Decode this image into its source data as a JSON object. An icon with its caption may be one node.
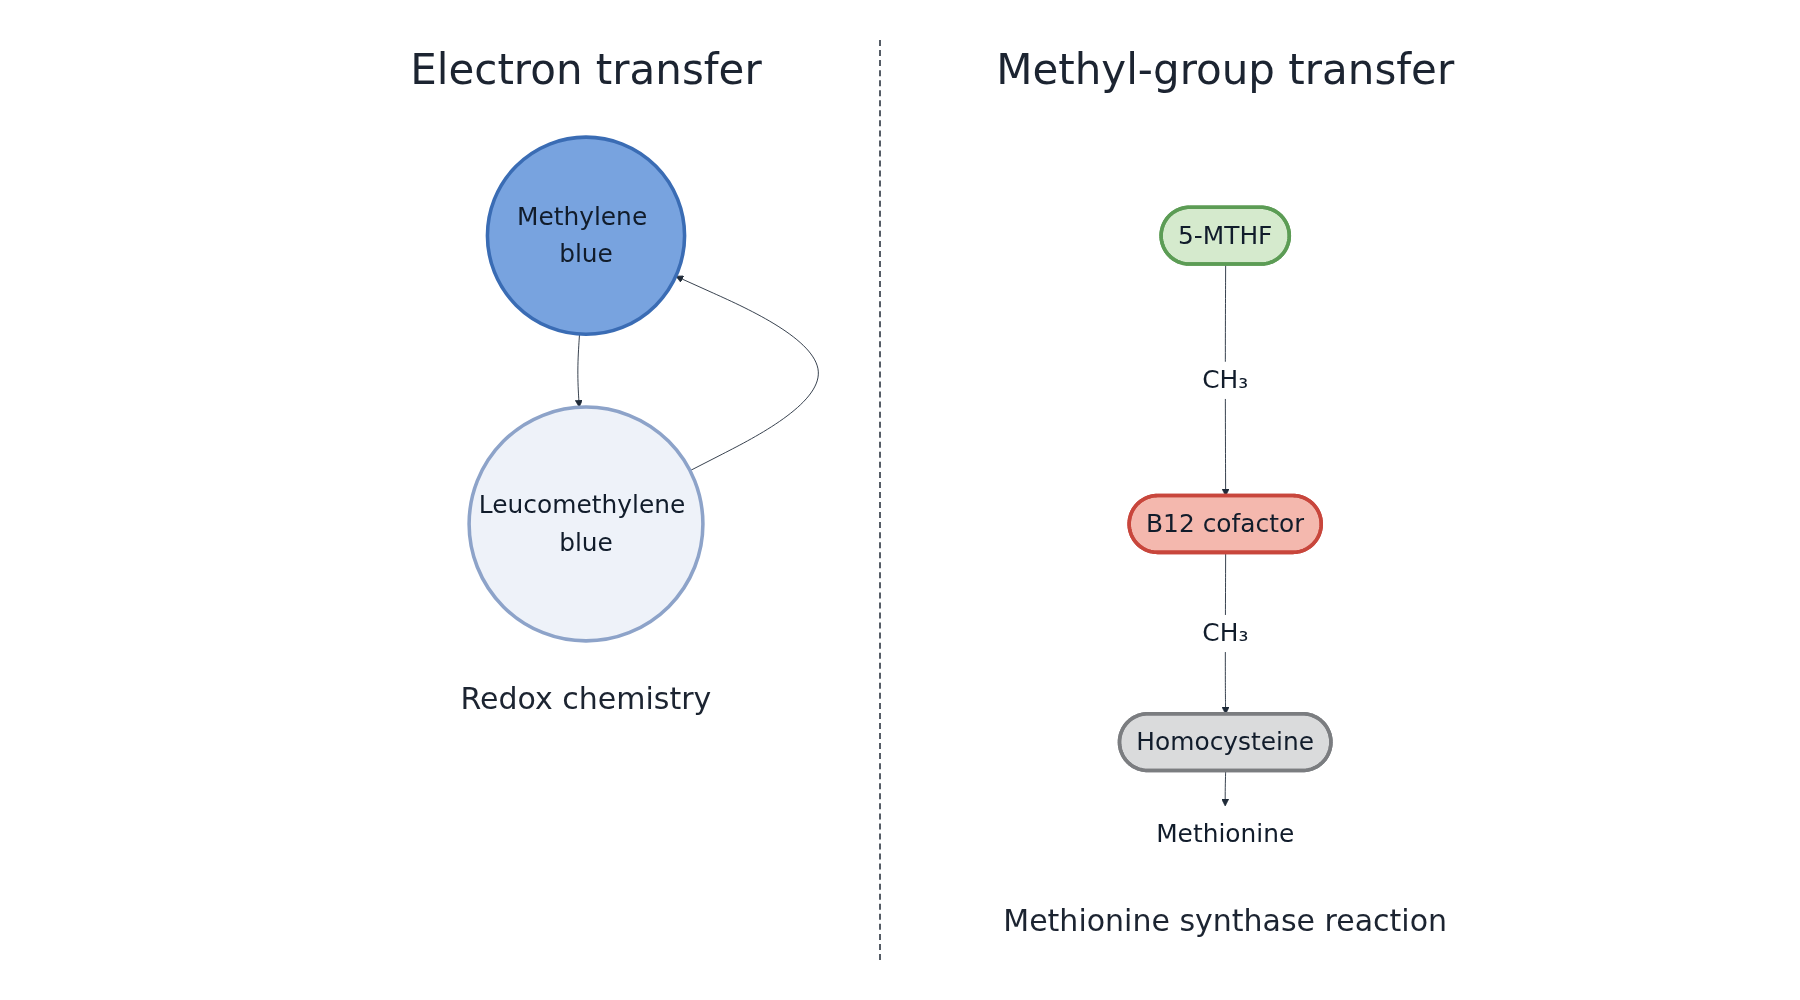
{
  "diagram": {
    "nodes": [
      {
        "text": [
          "Methylene blue"
        ]
      },
      {
        "text": [
          "Leucomethylene blue"
        ]
      },
      {
        "text": [
          "5-MTHF"
        ]
      },
      {
        "text": [
          "B12 cofactor"
        ]
      },
      {
        "text": [
          "Homocysteine"
        ]
      },
      {
        "text": [
          "Methionine"
        ]
      }
    ],
    "edges": [
      {
        "from": 0,
        "to": 1,
        "arrow": "to"
      },
      {
        "from": 1,
        "to": 0,
        "arrow": "to"
      },
      {
        "from": 2,
        "to": 3,
        "arrow": "to",
        "label": "CH₃"
      },
      {
        "from": 3,
        "to": 4,
        "arrow": "to",
        "label": "CH₃"
      },
      {
        "from": 4,
        "to": 5,
        "arrow": "to"
      }
    ],
    "labels": [
      "Electron transfer",
      "Methyl-group transfer",
      "Redox chemistry",
      "Methionine synthase reaction"
    ]
  }
}
